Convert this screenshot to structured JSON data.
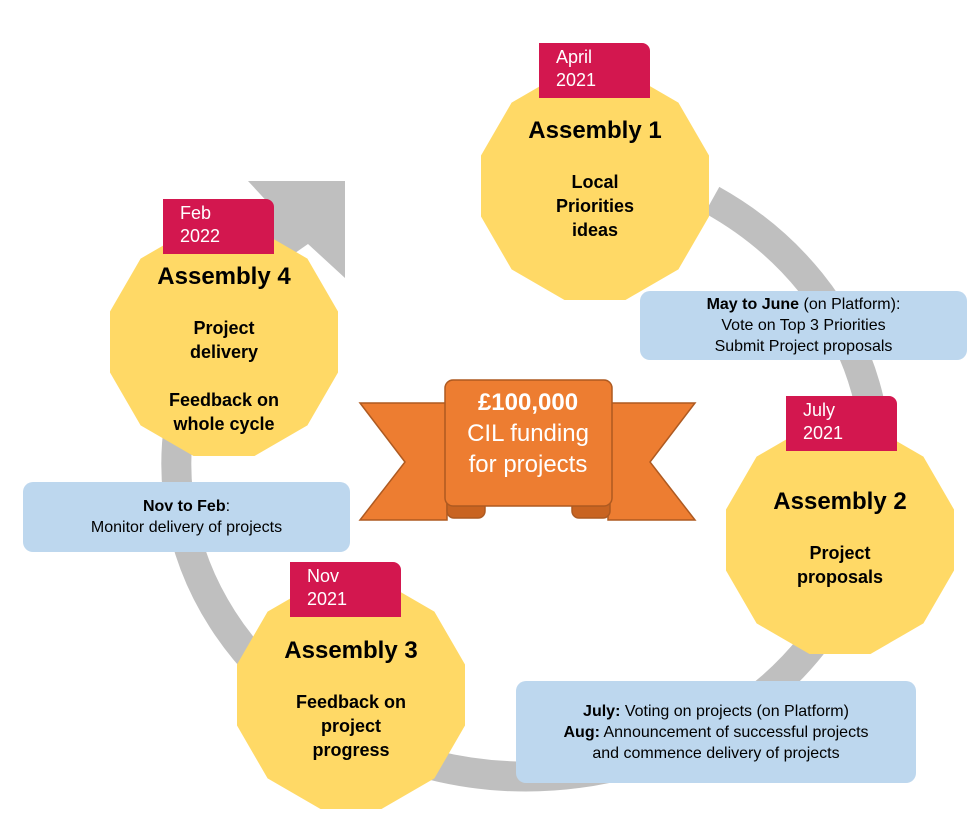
{
  "colors": {
    "node_fill": "#ffd966",
    "tab_fill": "#d3174f",
    "info_fill": "#bdd7ee",
    "banner_fill": "#ed7d31",
    "banner_stroke": "#ae5a21",
    "cycle_arrow": "#bfbfbf"
  },
  "banner": {
    "amount": "£100,000",
    "line1": "CIL funding",
    "line2": "for projects"
  },
  "nodes": [
    {
      "date_line1": "April",
      "date_line2": "2021",
      "title": "Assembly 1",
      "desc": [
        "Local",
        "Priorities",
        "ideas"
      ]
    },
    {
      "date_line1": "July",
      "date_line2": "2021",
      "title": "Assembly 2",
      "desc": [
        "Project",
        "proposals"
      ]
    },
    {
      "date_line1": "Nov",
      "date_line2": "2021",
      "title": "Assembly 3",
      "desc": [
        "Feedback on",
        "project",
        "progress"
      ]
    },
    {
      "date_line1": "Feb",
      "date_line2": "2022",
      "title": "Assembly 4",
      "desc": [
        "Project",
        "delivery",
        "",
        "Feedback on",
        "whole cycle"
      ]
    }
  ],
  "info": {
    "may_june": {
      "label": "May to June",
      "rest": " (on Platform):",
      "line2": "Vote on Top 3 Priorities",
      "line3": "Submit Project proposals"
    },
    "july_aug": {
      "label1": "July:",
      "rest1": " Voting on projects (on Platform)",
      "label2": "Aug:",
      "rest2": " Announcement of successful projects",
      "line3": "and commence delivery of projects"
    },
    "nov_feb": {
      "label": "Nov to Feb",
      "rest": ":",
      "line2": "Monitor delivery of projects"
    }
  }
}
